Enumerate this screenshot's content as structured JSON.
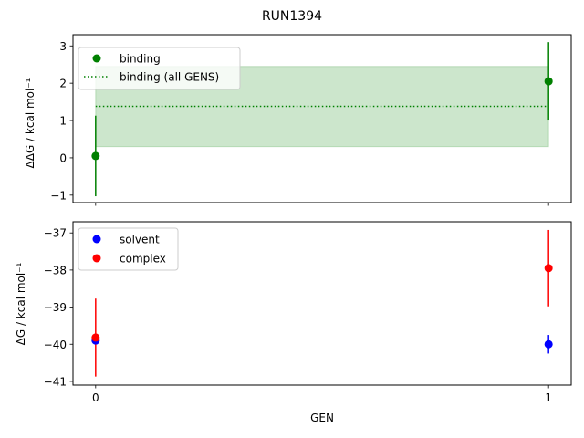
{
  "chart_data": [
    {
      "type": "scatter",
      "suptitle": "RUN1394",
      "xlabel": "",
      "ylabel": "ΔΔG / kcal mol⁻¹",
      "xlim": [
        -0.05,
        1.05
      ],
      "ylim": [
        -1.2,
        3.3
      ],
      "yticks": [
        -1,
        0,
        1,
        2,
        3
      ],
      "yticklabels": [
        "−1",
        "0",
        "1",
        "2",
        "3"
      ],
      "legend": {
        "placement": "top-left",
        "entries": [
          "binding",
          "binding (all GENS)"
        ]
      },
      "series": [
        {
          "name": "binding",
          "color": "#008000",
          "x": [
            0,
            1
          ],
          "y": [
            0.05,
            2.05
          ],
          "yerr": [
            1.08,
            1.05
          ]
        }
      ],
      "band": {
        "name": "binding (all GENS)",
        "color": "#008000",
        "x": [
          0,
          1
        ],
        "mean": 1.38,
        "lower": 0.3,
        "upper": 2.45
      }
    },
    {
      "type": "scatter",
      "xlabel": "GEN",
      "ylabel": "ΔG / kcal mol⁻¹",
      "xlim": [
        -0.05,
        1.05
      ],
      "ylim": [
        -41.1,
        -36.7
      ],
      "xticks": [
        0,
        1
      ],
      "xticklabels": [
        "0",
        "1"
      ],
      "yticks": [
        -41,
        -40,
        -39,
        -38,
        -37
      ],
      "yticklabels": [
        "−41",
        "−40",
        "−39",
        "−38",
        "−37"
      ],
      "legend": {
        "placement": "top-left",
        "entries": [
          "solvent",
          "complex"
        ]
      },
      "series": [
        {
          "name": "solvent",
          "color": "#0000ff",
          "x": [
            0,
            1
          ],
          "y": [
            -39.9,
            -40.0
          ],
          "yerr": [
            0.08,
            0.25
          ]
        },
        {
          "name": "complex",
          "color": "#ff0000",
          "x": [
            0,
            1
          ],
          "y": [
            -39.82,
            -37.95
          ],
          "yerr": [
            1.05,
            1.03
          ]
        }
      ]
    }
  ]
}
